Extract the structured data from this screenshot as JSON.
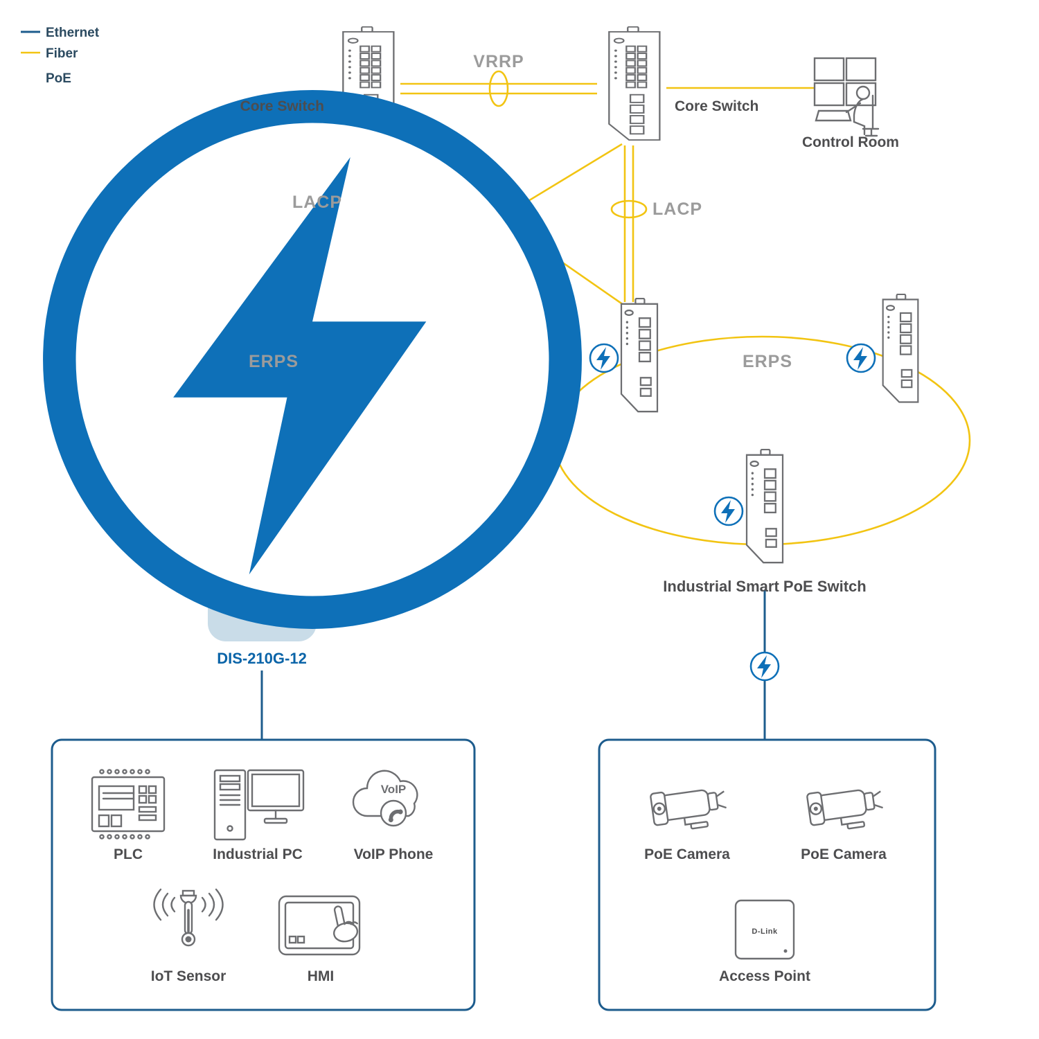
{
  "palette": {
    "ethernet_blue": "#1d5c8d",
    "fiber_yellow": "#f2c412",
    "poe_blue": "#0e70b8",
    "device_gray": "#6d6e71",
    "switch_blue": "#1e6192",
    "highlight_fill": "#c9dce8",
    "label_dark": "#4d4d4f",
    "protocol_gray": "#9b9b9b",
    "model_blue": "#0a64a8"
  },
  "legend": {
    "ethernet": "Ethernet",
    "fiber": "Fiber",
    "poe": "PoE"
  },
  "protocols": {
    "vrrp": "VRRP",
    "lacp_left": "LACP",
    "lacp_right": "LACP",
    "erps_left": "ERPS",
    "erps_right": "ERPS"
  },
  "nodes": {
    "core_switch_left": "Core Switch",
    "core_switch_right": "Core Switch",
    "control_room": "Control Room",
    "dis_model": "DIS-210G-12",
    "poe_switch": "Industrial Smart PoE Switch"
  },
  "left_devices": {
    "plc": "PLC",
    "industrial_pc": "Industrial PC",
    "voip_phone": "VoIP Phone",
    "voip_cloud_text": "VoIP",
    "iot_sensor": "IoT Sensor",
    "hmi": "HMI"
  },
  "right_devices": {
    "poe_camera_1": "PoE Camera",
    "poe_camera_2": "PoE Camera",
    "access_point": "Access Point",
    "access_point_brand": "D-Link"
  }
}
